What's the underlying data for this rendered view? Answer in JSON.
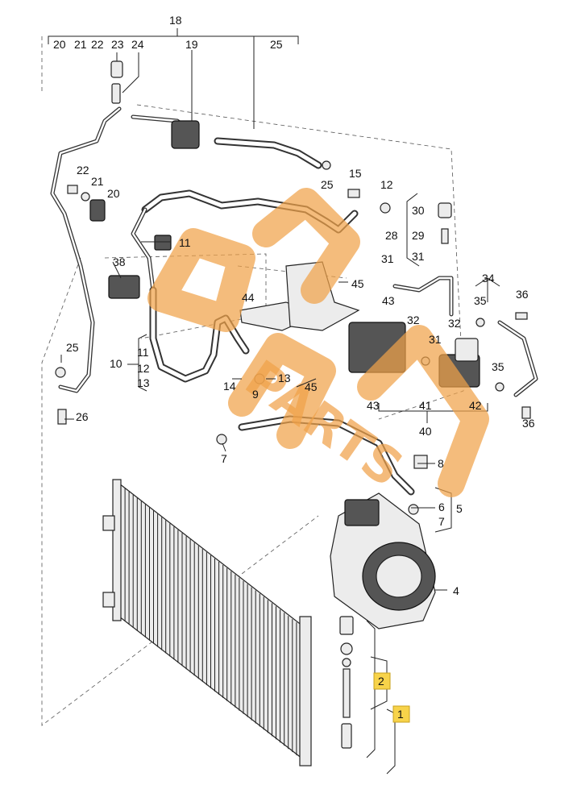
{
  "labels": {
    "l1": "1",
    "l2": "2",
    "l4": "4",
    "l5": "5",
    "l6": "6",
    "l7a": "7",
    "l7b": "7",
    "l8": "8",
    "l9": "9",
    "l10": "10",
    "l11a": "11",
    "l11b": "11",
    "l12a": "12",
    "l12b": "12",
    "l13a": "13",
    "l13b": "13",
    "l14": "14",
    "l15": "15",
    "l18": "18",
    "l19": "19",
    "l20a": "20",
    "l20b": "20",
    "l21a": "21",
    "l21b": "21",
    "l22a": "22",
    "l22b": "22",
    "l23": "23",
    "l24": "24",
    "l25a": "25",
    "l25b": "25",
    "l25c": "25",
    "l26": "26",
    "l28": "28",
    "l29": "29",
    "l30": "30",
    "l31a": "31",
    "l31b": "31",
    "l31c": "31",
    "l32a": "32",
    "l32b": "32",
    "l34": "34",
    "l35a": "35",
    "l35b": "35",
    "l36a": "36",
    "l36b": "36",
    "l38": "38",
    "l40": "40",
    "l41": "41",
    "l42": "42",
    "l43a": "43",
    "l43b": "43",
    "l44": "44",
    "l45a": "45",
    "l45b": "45"
  },
  "highlighted_labels": [
    "1",
    "2"
  ],
  "watermark": {
    "text": "PARTS",
    "color": "#f0a24a"
  },
  "colors": {
    "line": "#222222",
    "highlight": "#f7d34a",
    "watermark": "#f0a24a"
  }
}
